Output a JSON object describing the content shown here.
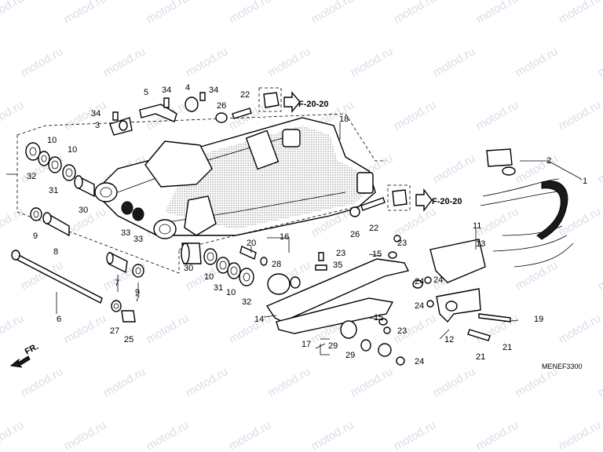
{
  "watermark_text": "motod.ru",
  "diagram_code": "MENEF3300",
  "front_indicator": "FR.",
  "ref_labels": [
    "F-20-20",
    "F-20-20"
  ],
  "callouts": [
    "1",
    "2",
    "3",
    "4",
    "5",
    "6",
    "7",
    "7",
    "8",
    "9",
    "9",
    "10",
    "10",
    "10",
    "10",
    "11",
    "12",
    "13",
    "14",
    "15",
    "15",
    "16",
    "17",
    "18",
    "19",
    "20",
    "21",
    "21",
    "22",
    "22",
    "23",
    "23",
    "23",
    "24",
    "24",
    "24",
    "24",
    "25",
    "26",
    "26",
    "27",
    "28",
    "29",
    "29",
    "30",
    "30",
    "31",
    "31",
    "32",
    "32",
    "33",
    "33",
    "34",
    "34",
    "34",
    "35"
  ]
}
